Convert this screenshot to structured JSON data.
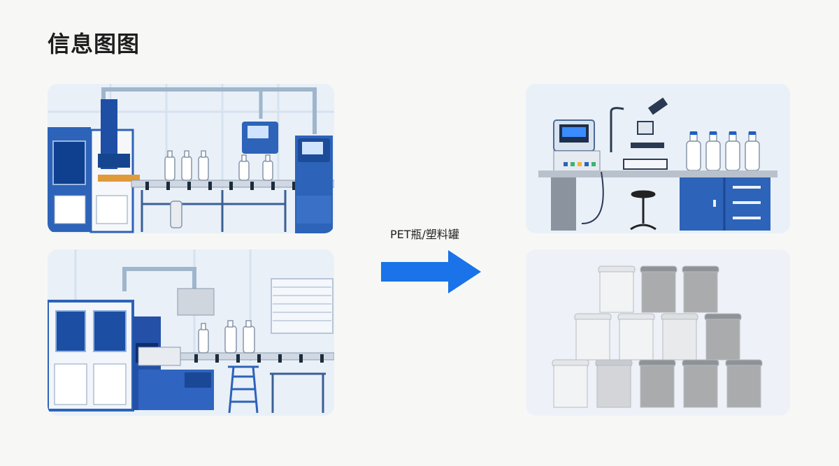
{
  "title": "信息图图",
  "arrow": {
    "label": "PET瓶/塑料罐"
  },
  "colors": {
    "accent_blue": "#1f5fc4",
    "arrow_blue": "#1a73e8",
    "panel_bg": "#e9f0f8",
    "gray_container": "#a9abad",
    "white_container": "#f2f3f4"
  },
  "panels": [
    {
      "id": "filling-line",
      "icon": "bottle-filling-machine"
    },
    {
      "id": "blow-molding-line",
      "icon": "injection-molding-machine"
    },
    {
      "id": "quality-lab",
      "icon": "lab-bench-microscope"
    },
    {
      "id": "container-stack",
      "icon": "stacked-plastic-jars"
    }
  ]
}
